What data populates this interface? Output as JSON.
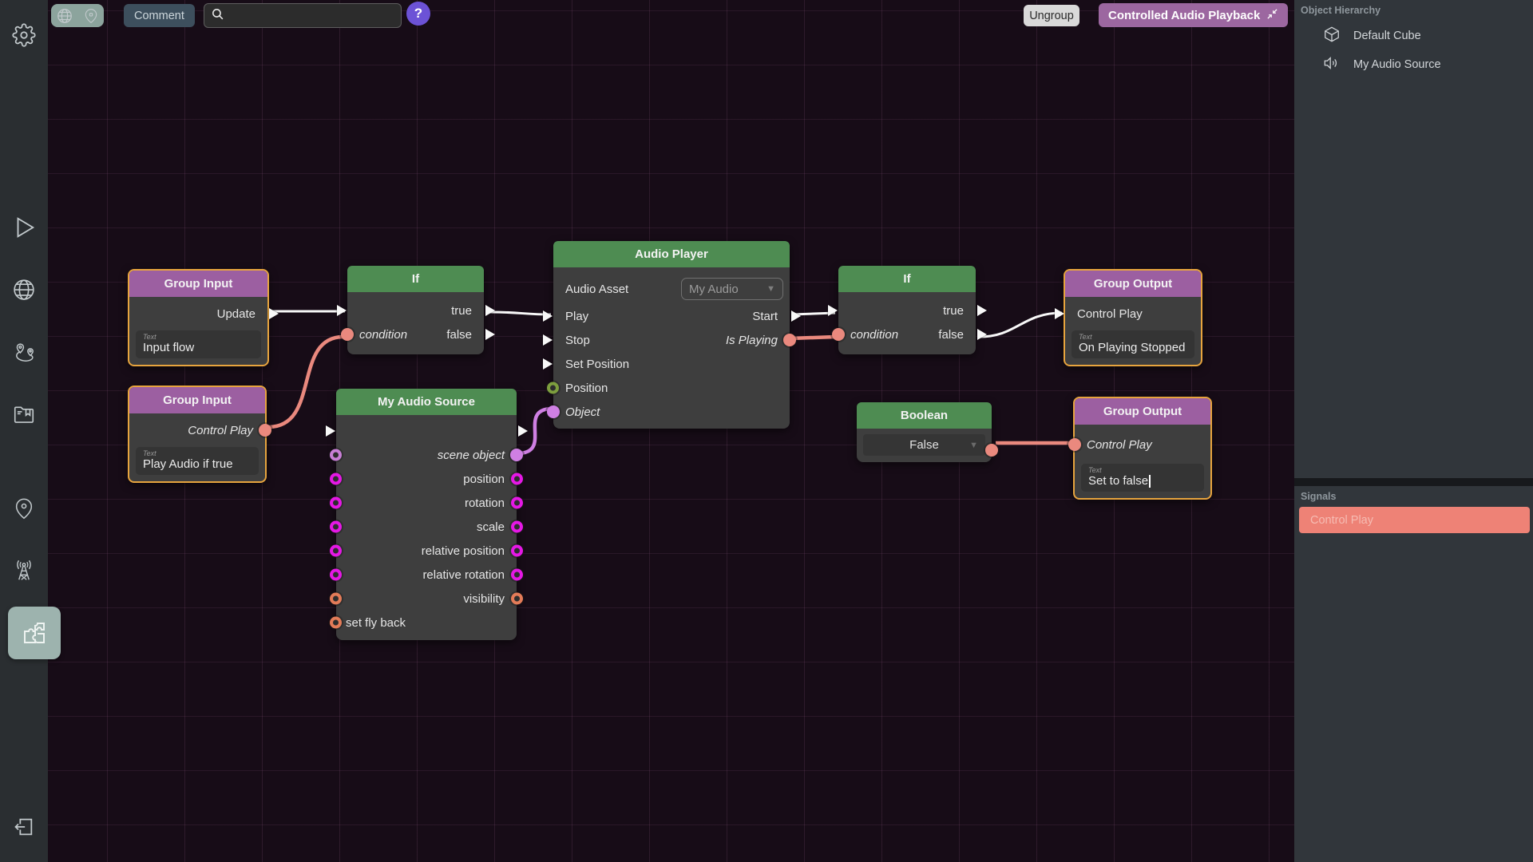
{
  "toolbar": {
    "comment_label": "Comment",
    "search_placeholder": "",
    "help_label": "?",
    "ungroup_label": "Ungroup",
    "group_name": "Controlled Audio Playback"
  },
  "sidebar": {
    "icons": [
      "settings",
      "play",
      "globe",
      "points-of-interest",
      "folder",
      "location-pin",
      "antenna",
      "puzzle",
      "exit"
    ],
    "active_icon": "puzzle"
  },
  "hierarchy": {
    "title": "Object Hierarchy",
    "items": [
      {
        "icon": "cube-icon",
        "label": "Default Cube"
      },
      {
        "icon": "speaker-icon",
        "label": "My Audio Source"
      }
    ]
  },
  "signals": {
    "title": "Signals",
    "items": [
      {
        "label": "Control Play"
      }
    ]
  },
  "colors": {
    "header_green": "#4e8c52",
    "header_purple": "#9c5fa1",
    "selection_orange": "#e7a43e",
    "signal_salmon": "#ea897e",
    "object_violet": "#cf7fe3",
    "vector_magenta": "#e518e5",
    "bool_orange": "#e37b58",
    "number_olive": "#7d9e3e",
    "exec_white": "#f8f8f8"
  },
  "nodes": {
    "group_input_1": {
      "title": "Group Input",
      "output": "Update",
      "field_label": "Text",
      "field_value": "Input flow"
    },
    "group_input_2": {
      "title": "Group Input",
      "output": "Control Play",
      "field_label": "Text",
      "field_value": "Play Audio if true"
    },
    "if_1": {
      "title": "If",
      "input_condition": "condition",
      "output_true": "true",
      "output_false": "false"
    },
    "audio_player": {
      "title": "Audio Player",
      "asset_label": "Audio Asset",
      "asset_value": "My Audio",
      "inputs": [
        "Play",
        "Stop",
        "Set Position",
        "Position",
        "Object"
      ],
      "outputs": [
        "Start",
        "Is Playing"
      ]
    },
    "my_audio_source": {
      "title": "My Audio Source",
      "outputs": [
        "scene object",
        "position",
        "rotation",
        "scale",
        "relative position",
        "relative rotation",
        "visibility"
      ],
      "input_bottom": "set fly back"
    },
    "if_2": {
      "title": "If",
      "input_condition": "condition",
      "output_true": "true",
      "output_false": "false"
    },
    "boolean": {
      "title": "Boolean",
      "value": "False"
    },
    "group_output_1": {
      "title": "Group Output",
      "input": "Control Play",
      "field_label": "Text",
      "field_value": "On Playing Stopped"
    },
    "group_output_2": {
      "title": "Group Output",
      "input": "Control Play",
      "field_label": "Text",
      "field_value": "Set to false"
    }
  }
}
